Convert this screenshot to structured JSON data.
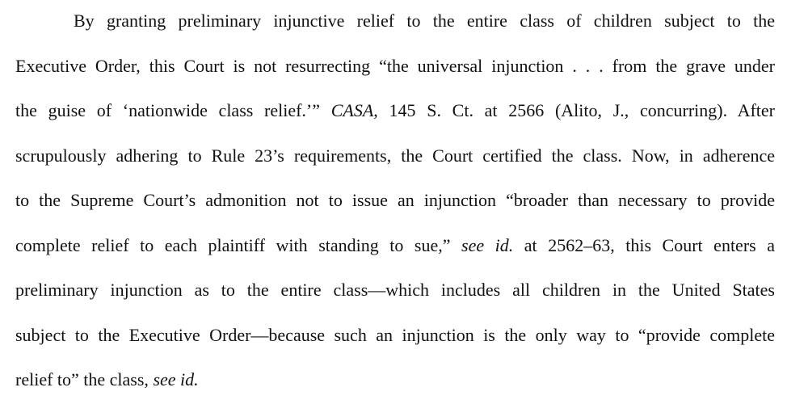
{
  "paragraph": {
    "lines": [
      {
        "text": "By granting preliminary injunctive relief to the entire class of children subject to the"
      },
      {
        "text": "Executive Order, this Court is not resurrecting “the universal injunction . . . from the grave under"
      },
      {
        "pre": "the guise of ‘nationwide class relief.’” ",
        "cite": "CASA",
        "post": ", 145 S. Ct. at 2566 (Alito, J., concurring). After"
      },
      {
        "text": "scrupulously adhering to Rule 23’s requirements, the Court certified the class. Now, in adherence"
      },
      {
        "text": "to the Supreme Court’s admonition not to issue an injunction “broader than necessary to provide"
      },
      {
        "pre": "complete relief to each plaintiff with standing to sue,” ",
        "cite": "see id.",
        "post": " at 2562–63, this Court enters a"
      },
      {
        "text": "preliminary injunction as to the entire class—which includes all children in the United States"
      },
      {
        "text": "subject to the Executive Order—because such an injunction is the only way to “provide complete"
      },
      {
        "pre": "relief to” the class, ",
        "cite": "see id."
      }
    ]
  }
}
